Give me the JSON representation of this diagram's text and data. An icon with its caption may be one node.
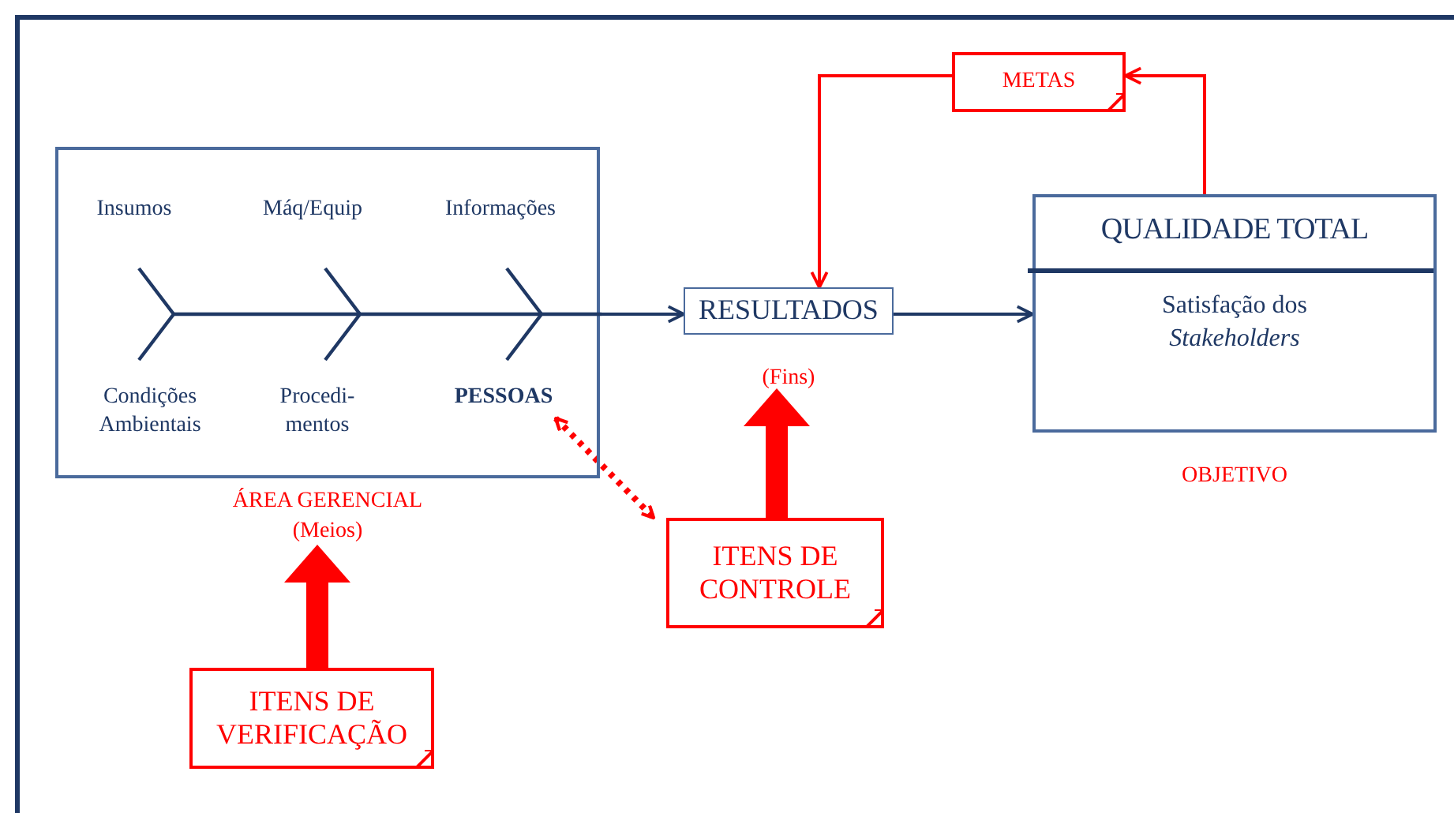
{
  "diagram": {
    "nodes": [
      {
        "text": [],
        "shape": "box",
        "beside": [
          "ÁREA GERENCIAL",
          "(Meios)"
        ]
      },
      {
        "text": [
          "PESSOAS"
        ],
        "in": 0
      },
      {
        "text": [
          "RESULTADOS"
        ],
        "beside": [
          "(Fins)"
        ]
      },
      {
        "text": [
          "QUALIDADE TOTAL",
          "Satisfação dos *Stakeholders*"
        ],
        "beside": [
          "OBJETIVO"
        ]
      },
      {
        "text": [
          "METAS"
        ]
      },
      {
        "text": [
          "ITENS DE CONTROLE"
        ]
      },
      {
        "text": [
          "ITENS DE VERIFICAÇÃO"
        ]
      }
    ],
    "edges": [
      {
        "from": 0,
        "to": 2,
        "arrow": "to",
        "color": "#1f3864"
      },
      {
        "from": 2,
        "to": 3,
        "arrow": "to",
        "color": "#1f3864"
      },
      {
        "from": 3,
        "to": 4,
        "arrow": "to",
        "color": "#ff0000"
      },
      {
        "from": 4,
        "to": 2,
        "arrow": "to",
        "color": "#ff0000"
      },
      {
        "from": 1,
        "to": 5,
        "arrow": "both",
        "style": "dashed",
        "color": "#ff0000"
      },
      {
        "from": 5,
        "to": 2,
        "arrow": "to",
        "style": "thick",
        "color": "#ff0000"
      },
      {
        "from": 6,
        "to": 0,
        "arrow": "to",
        "style": "thick",
        "color": "#ff0000"
      }
    ],
    "labels": [
      "Insumos",
      "Máq/Equip",
      "Informações",
      "Condições Ambientais",
      "Procedi- mentos"
    ]
  }
}
